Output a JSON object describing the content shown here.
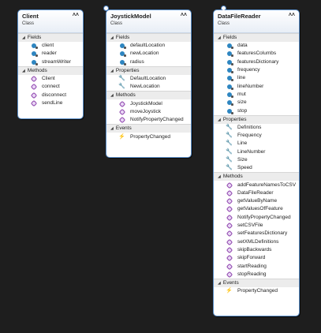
{
  "classes": [
    {
      "name": "Client",
      "kind": "Class",
      "sections": [
        {
          "title": "Fields",
          "items": [
            {
              "label": "client",
              "icon": "field-icon"
            },
            {
              "label": "reader",
              "icon": "field-icon"
            },
            {
              "label": "streamWriter",
              "icon": "field-icon"
            }
          ]
        },
        {
          "title": "Methods",
          "items": [
            {
              "label": "Client",
              "icon": "method-icon"
            },
            {
              "label": "connect",
              "icon": "method-icon"
            },
            {
              "label": "disconnect",
              "icon": "method-icon"
            },
            {
              "label": "sendLine",
              "icon": "method-icon"
            }
          ]
        }
      ]
    },
    {
      "name": "JoystickModel",
      "kind": "Class",
      "sections": [
        {
          "title": "Fields",
          "items": [
            {
              "label": "defaultLocation",
              "icon": "field-icon"
            },
            {
              "label": "newLocation",
              "icon": "field-icon"
            },
            {
              "label": "radius",
              "icon": "field-icon"
            }
          ]
        },
        {
          "title": "Properties",
          "items": [
            {
              "label": "DefaultLocation",
              "icon": "property-icon"
            },
            {
              "label": "NewLocation",
              "icon": "property-icon"
            }
          ]
        },
        {
          "title": "Methods",
          "items": [
            {
              "label": "JoystickModel",
              "icon": "method-icon"
            },
            {
              "label": "moveJoystick",
              "icon": "method-icon"
            },
            {
              "label": "NotifyPropertyChanged",
              "icon": "method-icon"
            }
          ]
        },
        {
          "title": "Events",
          "items": [
            {
              "label": "PropertyChanged",
              "icon": "event-icon"
            }
          ]
        }
      ]
    },
    {
      "name": "DataFileReader",
      "kind": "Class",
      "sections": [
        {
          "title": "Fields",
          "items": [
            {
              "label": "data",
              "icon": "field-icon"
            },
            {
              "label": "featuresColumbs",
              "icon": "field-icon"
            },
            {
              "label": "featuresDictionary",
              "icon": "field-icon"
            },
            {
              "label": "frequency",
              "icon": "field-icon"
            },
            {
              "label": "line",
              "icon": "field-icon"
            },
            {
              "label": "lineNumber",
              "icon": "field-icon"
            },
            {
              "label": "mut",
              "icon": "field-icon"
            },
            {
              "label": "size",
              "icon": "field-icon"
            },
            {
              "label": "stop",
              "icon": "field-icon"
            }
          ]
        },
        {
          "title": "Properties",
          "items": [
            {
              "label": "Definitions",
              "icon": "property-icon"
            },
            {
              "label": "Frequency",
              "icon": "property-icon"
            },
            {
              "label": "Line",
              "icon": "property-icon"
            },
            {
              "label": "LineNumber",
              "icon": "property-icon"
            },
            {
              "label": "Size",
              "icon": "property-icon"
            },
            {
              "label": "Speed",
              "icon": "property-icon"
            }
          ]
        },
        {
          "title": "Methods",
          "items": [
            {
              "label": "addFeatureNamesToCSV",
              "icon": "method-icon"
            },
            {
              "label": "DataFileReader",
              "icon": "method-icon"
            },
            {
              "label": "getValueByName",
              "icon": "method-icon"
            },
            {
              "label": "getValuesOfFeature",
              "icon": "method-icon"
            },
            {
              "label": "NotifyPropertyChanged",
              "icon": "method-icon"
            },
            {
              "label": "setCSVFile",
              "icon": "method-icon"
            },
            {
              "label": "setFeaturesDictionary",
              "icon": "method-icon"
            },
            {
              "label": "setXMLDefinitions",
              "icon": "method-icon"
            },
            {
              "label": "skipBackwards",
              "icon": "method-icon"
            },
            {
              "label": "skipForward",
              "icon": "method-icon"
            },
            {
              "label": "startReading",
              "icon": "method-icon"
            },
            {
              "label": "stopReading",
              "icon": "method-icon"
            }
          ]
        },
        {
          "title": "Events",
          "items": [
            {
              "label": "PropertyChanged",
              "icon": "event-icon"
            }
          ]
        }
      ]
    }
  ],
  "colors": {
    "background": "#1e1e1e",
    "border": "#5b8fc9",
    "field": "#2e86c1",
    "method": "#8e44ad",
    "event": "#e67e22"
  }
}
